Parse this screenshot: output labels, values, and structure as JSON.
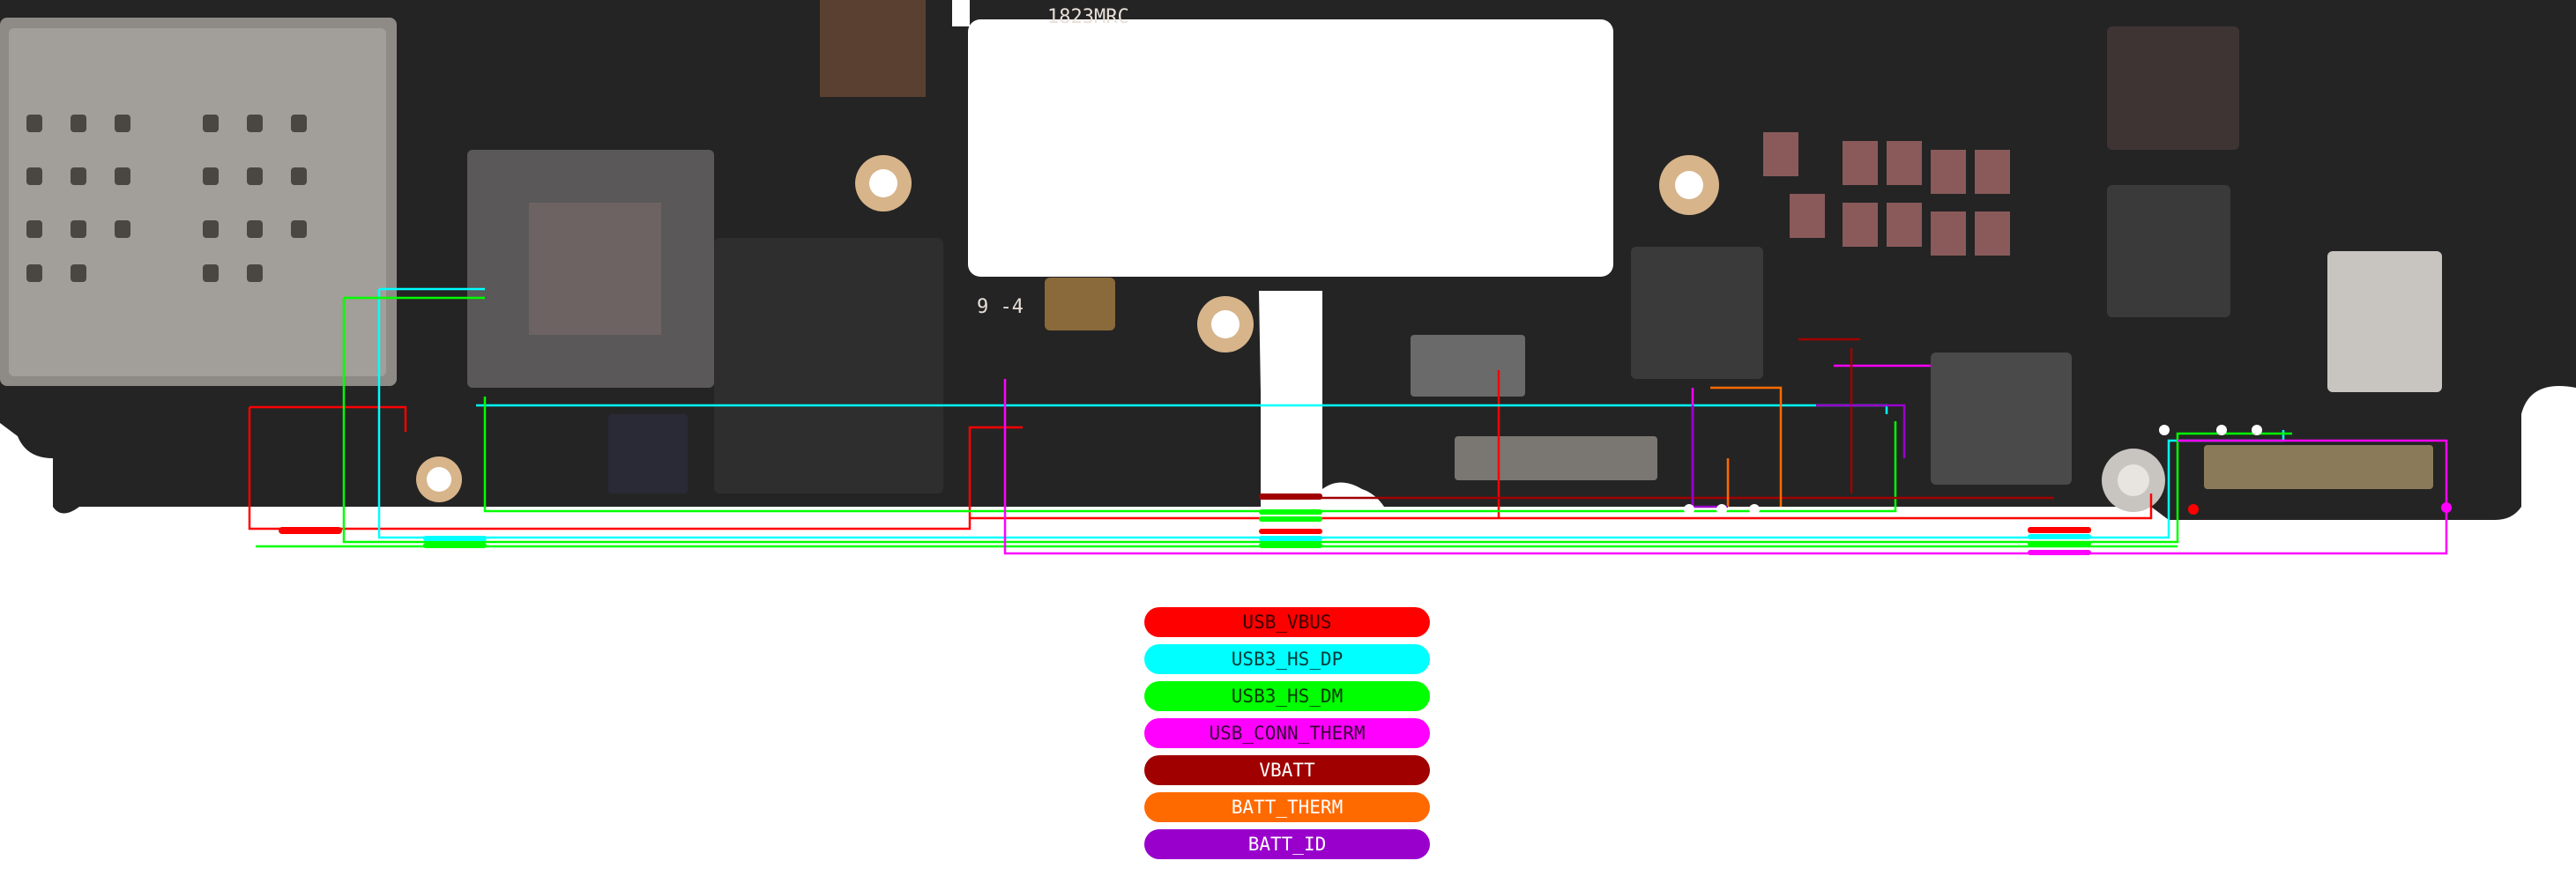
{
  "board": {
    "silkscreen_top": "1823MRC",
    "silkscreen_mid": "9 -4"
  },
  "legend": [
    {
      "label": "USB_VBUS",
      "color": "#ff0000",
      "text_color": "#3a0000"
    },
    {
      "label": "USB3_HS_DP",
      "color": "#00ffff",
      "text_color": "#003a3a"
    },
    {
      "label": "USB3_HS_DM",
      "color": "#00ff00",
      "text_color": "#003a00"
    },
    {
      "label": "USB_CONN_THERM",
      "color": "#ff00ff",
      "text_color": "#3a003a"
    },
    {
      "label": "VBATT",
      "color": "#a00000",
      "text_color": "#ffffff"
    },
    {
      "label": "BATT_THERM",
      "color": "#ff6a00",
      "text_color": "#ffffff"
    },
    {
      "label": "BATT_ID",
      "color": "#9900cc",
      "text_color": "#ffffff"
    }
  ]
}
